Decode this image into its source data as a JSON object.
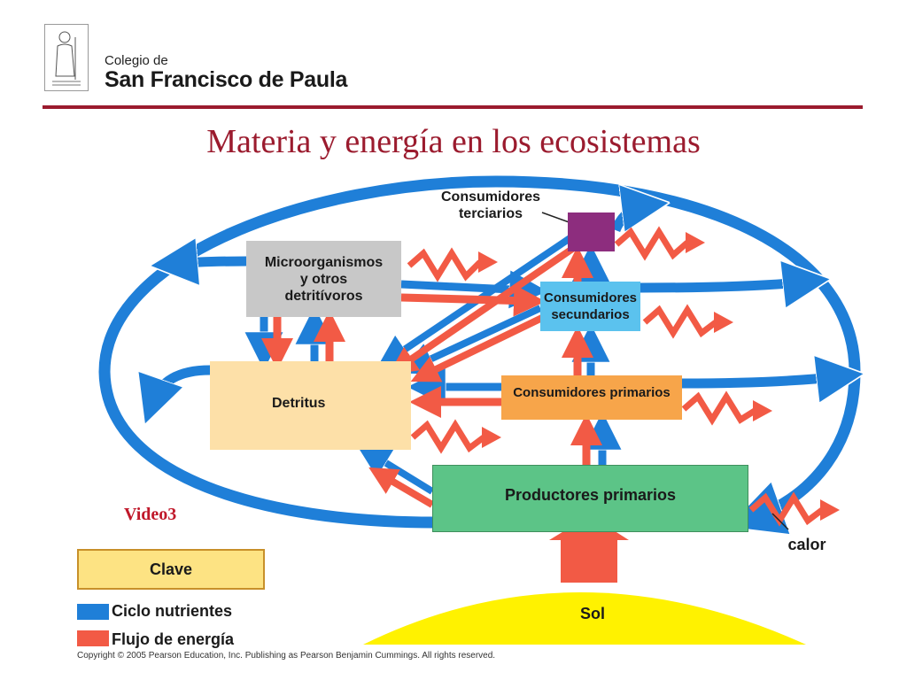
{
  "header": {
    "school_line1": "Colegio de",
    "school_line2": "San Francisco de Paula",
    "title": "Materia y energía en los ecosistemas"
  },
  "diagram": {
    "nodes": {
      "terciarios": {
        "line1": "Consumidores",
        "line2": "terciarios"
      },
      "microorganismos": {
        "line1": "Microorganismos",
        "line2": "y otros",
        "line3": "detritívoros"
      },
      "secundarios": {
        "line1": "Consumidores",
        "line2": "secundarios"
      },
      "detritus": "Detritus",
      "primarios": "Consumidores primarios",
      "productores": "Productores primarios",
      "sol": "Sol",
      "calor": "calor"
    },
    "video_link": "Video3",
    "legend": {
      "title": "Clave",
      "nutrients": "Ciclo nutrientes",
      "energy": "Flujo de energía"
    },
    "colors": {
      "nutrient_blue": "#1f7fd8",
      "energy_red": "#f25a45",
      "tertiary": "#8d2d7e",
      "microorganisms": "#c8c8c8",
      "secondary": "#5bc2ee",
      "detritus": "#fde0a8",
      "primary_consumers": "#f7a54a",
      "producers": "#5cc487",
      "sun": "#fff200",
      "key_fill": "#fde383"
    }
  },
  "footer": {
    "copyright": "Copyright © 2005 Pearson Education, Inc. Publishing as Pearson Benjamin Cummings. All rights reserved."
  }
}
